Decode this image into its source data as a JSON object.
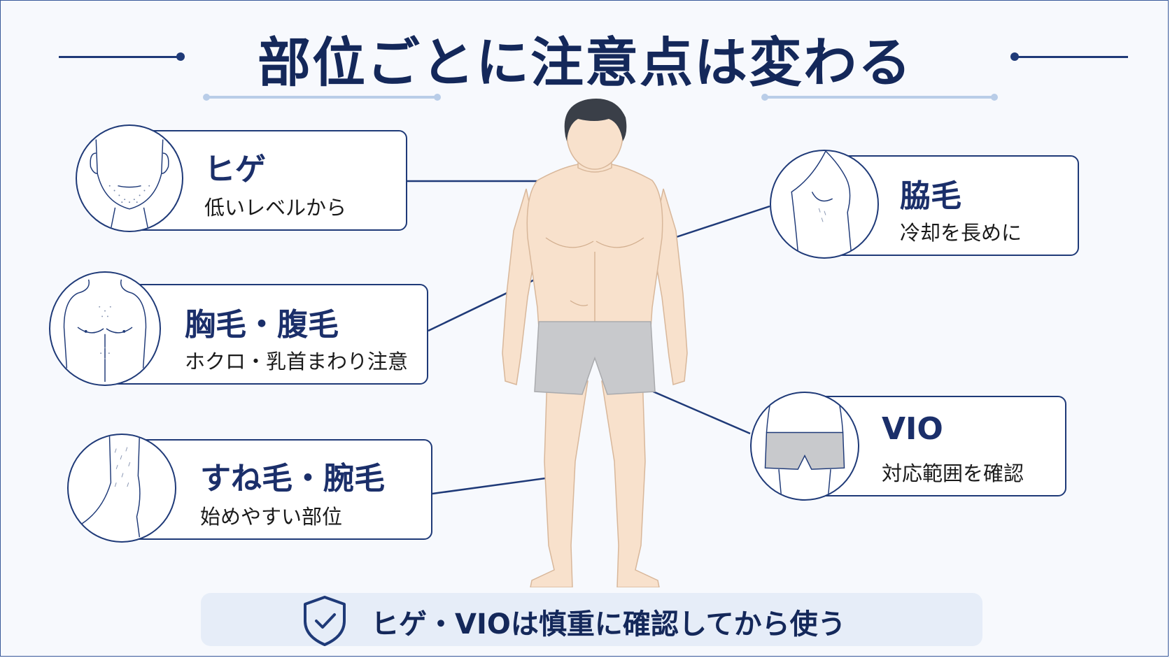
{
  "title": "部位ごとに注意点は変わる",
  "areas": [
    {
      "title": "ヒゲ",
      "subtitle": "低いレベルから"
    },
    {
      "title": "胸毛・腹毛",
      "subtitle": "ホクロ・乳首まわり注意"
    },
    {
      "title": "すね毛・腕毛",
      "subtitle": "始めやすい部位"
    },
    {
      "title": "脇毛",
      "subtitle": "冷却を長めに"
    },
    {
      "title": "VIO",
      "subtitle": "対応範囲を確認"
    }
  ],
  "footer": {
    "text": "ヒゲ・VIOは慎重に確認してから使う",
    "icon": "shield-check-icon"
  },
  "colors": {
    "navy": "#1f3a78",
    "skin": "#f8e1cc",
    "shorts": "#c8c9cc",
    "footer_bg": "#e6edf8"
  }
}
